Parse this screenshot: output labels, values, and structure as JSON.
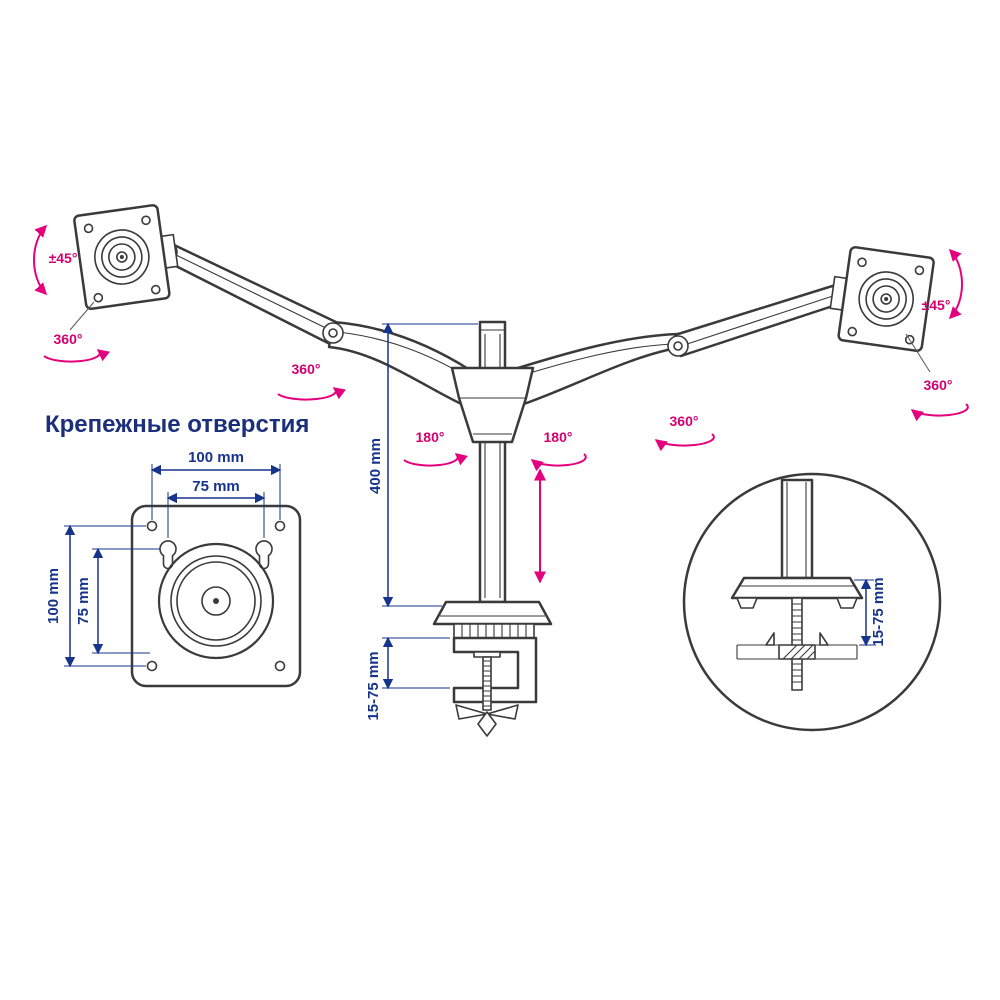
{
  "title": "Крепежные отверстия",
  "colors": {
    "line": "#3a3a3a",
    "dimension_blue": "#16348c",
    "rotation_pink": "#e5007d"
  },
  "annotations": {
    "left_tilt": "±45°",
    "left_plate_rotation": "360°",
    "left_arm_rotation": "360°",
    "left_pivot": "180°",
    "right_pivot": "180°",
    "right_arm_rotation": "360°",
    "right_plate_rotation": "360°",
    "right_tilt": "±45°"
  },
  "dimensions": {
    "pole_height": "400 mm",
    "clamp_range": "15-75 mm",
    "vesa": {
      "outer_width": "100 mm",
      "inner_width": "75 mm",
      "outer_height": "100 mm",
      "inner_height": "75 mm"
    },
    "detail_clamp_range": "15-75 mm"
  }
}
